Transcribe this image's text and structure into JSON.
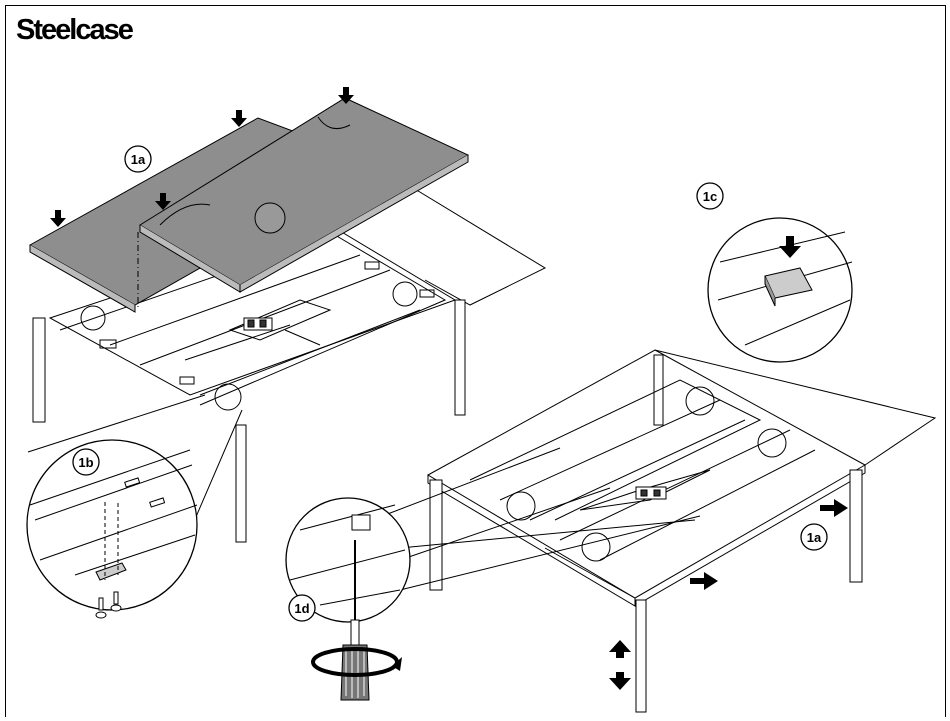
{
  "brand": {
    "logo_text": "Steelcase"
  },
  "callouts": {
    "top_1a": "1a",
    "detail_1b": "1b",
    "detail_1c": "1c",
    "detail_1d": "1d",
    "right_1a": "1a"
  },
  "colors": {
    "desktop_fill": "#8e8e8e",
    "line": "#000000",
    "background": "#ffffff"
  }
}
